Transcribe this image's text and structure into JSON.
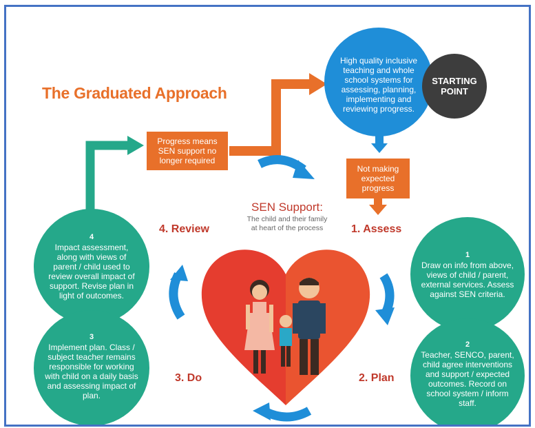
{
  "title": "The Graduated Approach",
  "starting_point": {
    "text": "High quality inclusive teaching and whole school systems for assessing, planning, implementing and reviewing progress.",
    "badge": "STARTING POINT"
  },
  "progress_box": "Progress means SEN support no longer required",
  "not_making_box": "Not making expected progress",
  "center": {
    "heading": "SEN Support:",
    "subtitle": "The child and their family at heart of the process"
  },
  "stages": {
    "review": "4. Review",
    "assess": "1. Assess",
    "do": "3. Do",
    "plan": "2. Plan"
  },
  "steps": [
    {
      "num": "1",
      "text": "Draw on info from above, views of child / parent, external services. Assess against SEN criteria."
    },
    {
      "num": "2",
      "text": "Teacher, SENCO, parent, child agree interventions and support / expected outcomes. Record on school system / inform staff."
    },
    {
      "num": "3",
      "text": "Implement plan. Class / subject teacher remains responsible for working with child on a daily basis and assessing impact of plan."
    },
    {
      "num": "4",
      "text": "Impact assessment, along with views of parent / child used to review overall impact of support. Revise plan in light of outcomes."
    }
  ],
  "colors": {
    "orange": "#e8702a",
    "blue": "#1f8ed8",
    "green": "#25a88a",
    "dark": "#3d3d3d",
    "red": "#c0392b",
    "heart_left": "#e53d2f",
    "heart_right": "#ea5430"
  }
}
